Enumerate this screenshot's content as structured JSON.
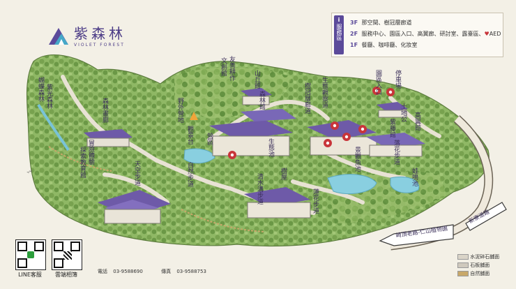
{
  "brand": {
    "title": "紫森林",
    "subtitle": "VIOLET FOREST"
  },
  "service_panel": {
    "badge": "服務區",
    "floors": [
      {
        "floor": "3F",
        "text": "那空間、樹冠層廊道"
      },
      {
        "floor": "2F",
        "text": "服務中心、園區入口、高翼廊、研討室、露臺區、"
      },
      {
        "floor": "1F",
        "text": "餐廳、咖啡廳、化妝室"
      }
    ],
    "aed": "AED"
  },
  "map_labels": {
    "yuqing_forest": "蝴蝶森林",
    "zhiguang_forest": "紫光森林",
    "forest_gallery": "森林畫廊",
    "adventure_house": "冒險體驗",
    "exploration_ctr": "探索教育館",
    "wild_camp": "野外營地",
    "friendly_workshop": "友善耕作",
    "culture_hall": "文創館",
    "mountain_house": "山丘館",
    "forest_house": "森林館",
    "ecology_path": "生態觀察道",
    "canopy_path": "樹冠層廊道",
    "parking": "停車場",
    "entrance": "園區入口",
    "land_god": "土地公",
    "gaoyi_house": "高翼館",
    "purple_house": "紫藤館",
    "leisure_path": "落花步道",
    "fish_pond": "景觀魚池",
    "frog_pond": "蛙鳴池",
    "sky_walk": "天空步道",
    "nature_trail": "自然步道",
    "pavilion": "觀景台",
    "eco_pond": "生態池",
    "water_trail": "清水溝步道",
    "tree_house": "樹屋",
    "lotus_path": "蓮花步道",
    "campsite_ct": "營區",
    "ren_shan_road": "崎頂老路-仁山植物園",
    "zhe_road": "新寮道路"
  },
  "legend": [
    {
      "label": "水泥碎石舖面",
      "color": "#d9d4c8"
    },
    {
      "label": "石板舖面",
      "color": "#cfc9bd"
    },
    {
      "label": "自然舖面",
      "color": "#c8a86a"
    }
  ],
  "qr": [
    {
      "label": "LINE客服"
    },
    {
      "label": "雲端相簿"
    }
  ],
  "contact": {
    "phone_label": "電話",
    "phone": "03-9588690",
    "fax_label": "傳真",
    "fax": "03-9588753"
  },
  "colors": {
    "accent": "#6a4aa6",
    "forest": "#7ea55a",
    "road": "#e8e2d4"
  }
}
